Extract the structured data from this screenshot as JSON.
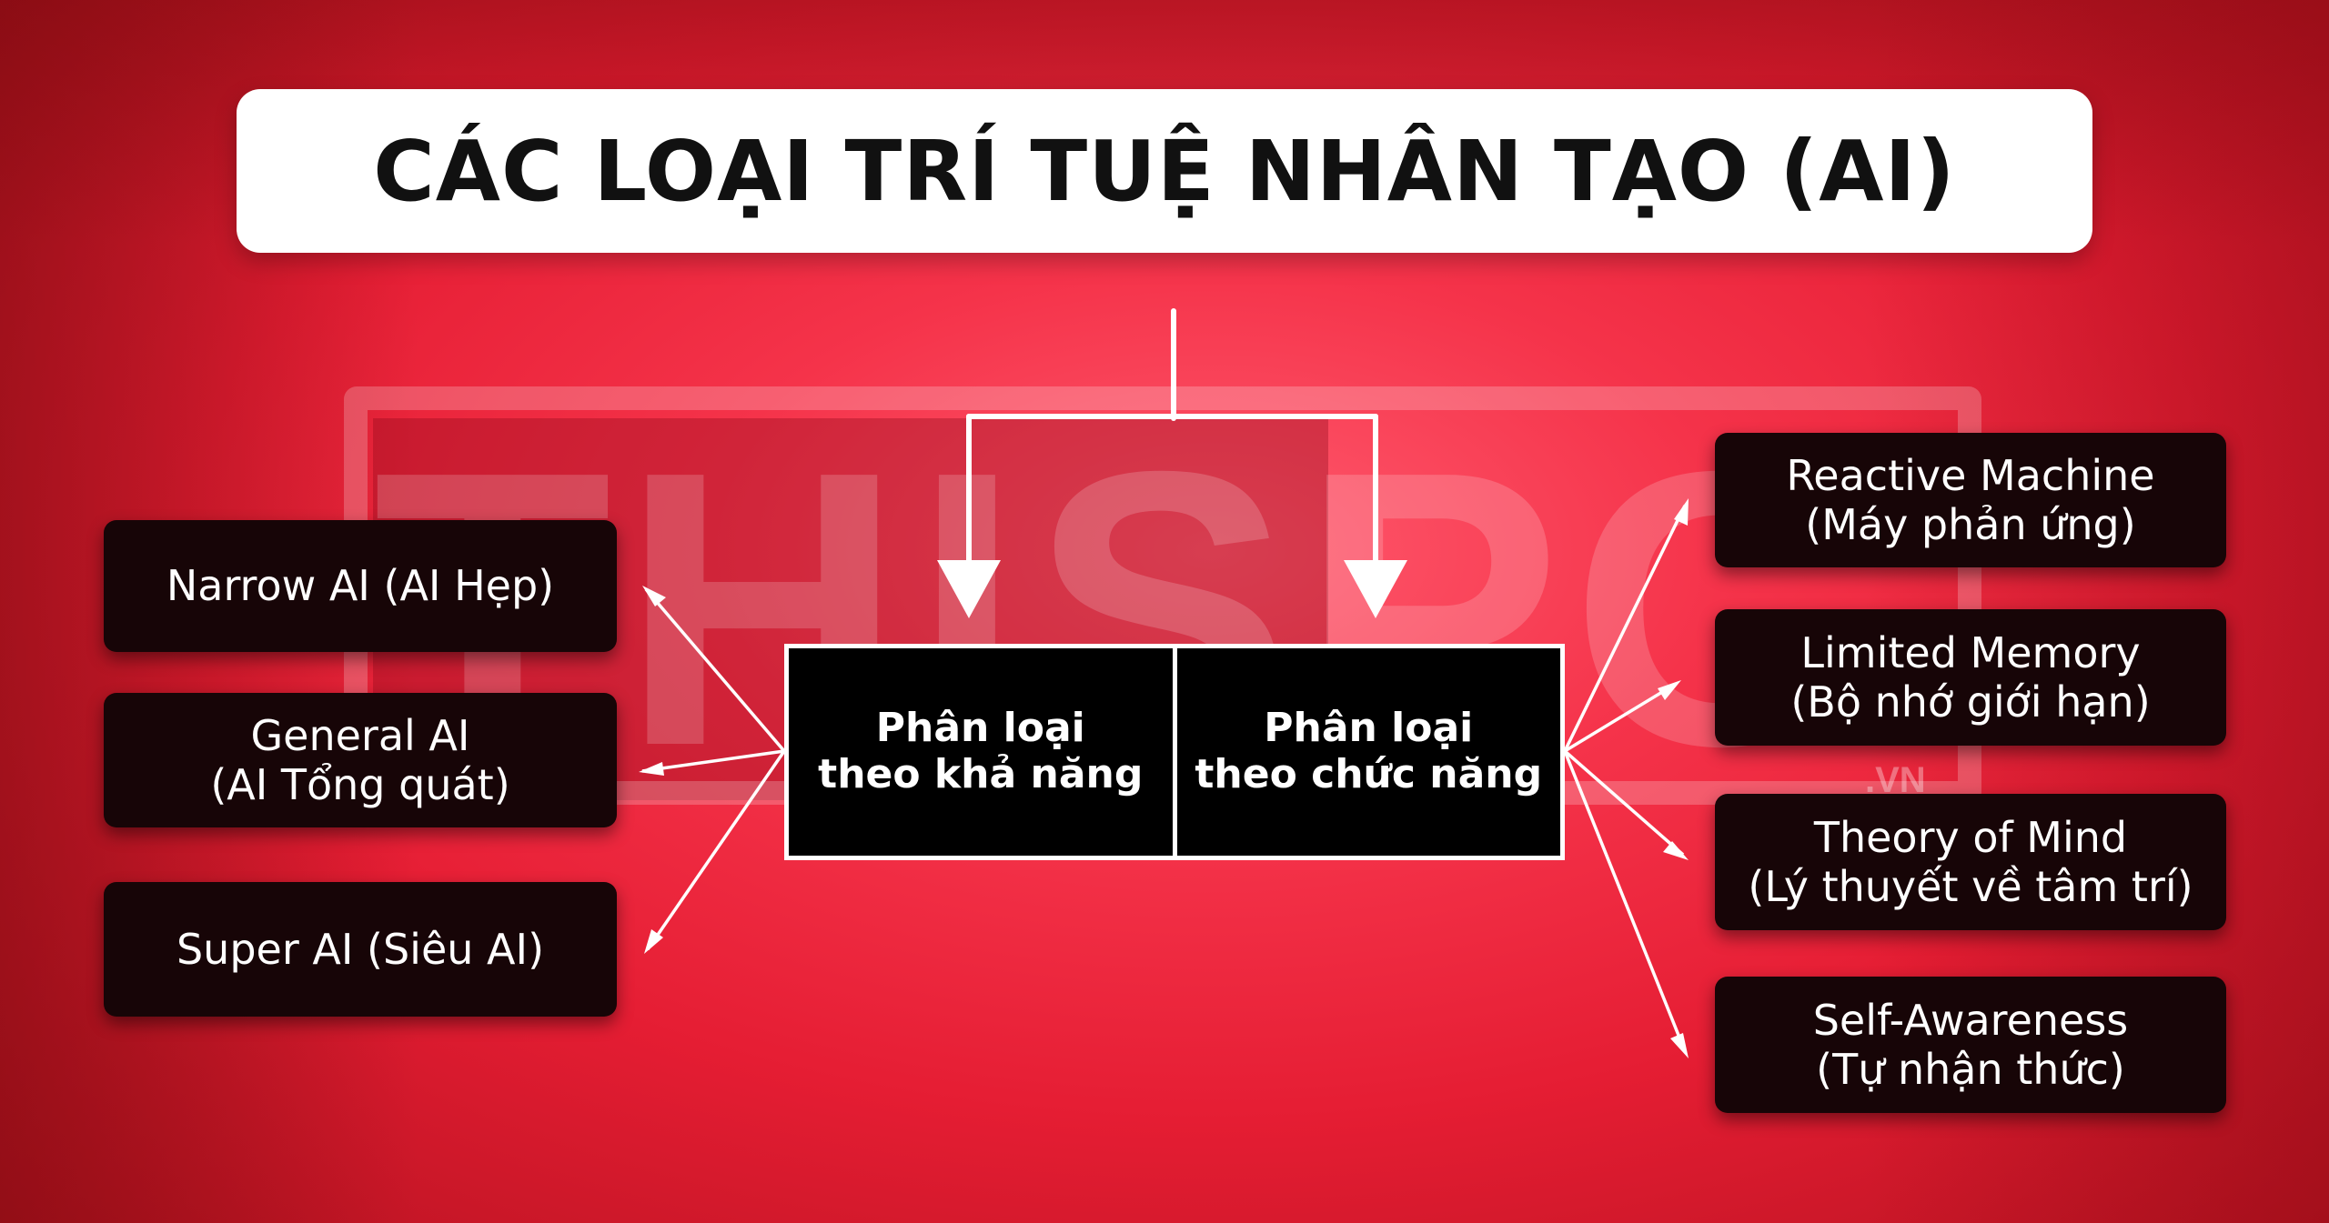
{
  "title": "CÁC LOẠI TRÍ TUỆ NHÂN TẠO (AI)",
  "watermark": {
    "logo": "THISPC",
    "suffix": ".VN"
  },
  "center": {
    "left": {
      "line1": "Phân loại",
      "line2": "theo khả năng"
    },
    "right": {
      "line1": "Phân loại",
      "line2": "theo chức năng"
    }
  },
  "left_nodes": [
    {
      "line1": "Narrow AI (AI Hẹp)",
      "line2": ""
    },
    {
      "line1": "General AI",
      "line2": "(AI Tổng quát)"
    },
    {
      "line1": "Super AI (Siêu AI)",
      "line2": ""
    }
  ],
  "right_nodes": [
    {
      "line1": "Reactive Machine",
      "line2": "(Máy phản ứng)"
    },
    {
      "line1": "Limited Memory",
      "line2": "(Bộ nhớ giới hạn)"
    },
    {
      "line1": "Theory of Mind",
      "line2": "(Lý thuyết về tâm trí)"
    },
    {
      "line1": "Self-Awareness",
      "line2": "(Tự nhận thức)"
    }
  ],
  "colors": {
    "background": "#ee2a3e",
    "box": "#170507",
    "accent": "#ffffff"
  }
}
